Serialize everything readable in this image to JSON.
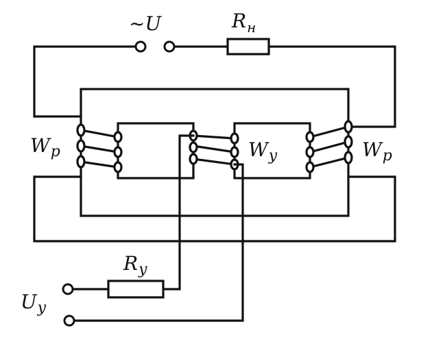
{
  "labels": {
    "ac_source": "~U",
    "load_resistor": "R",
    "load_resistor_sub": "н",
    "winding_left": "W",
    "winding_left_sub": "p",
    "winding_control": "W",
    "winding_control_sub": "y",
    "winding_right": "W",
    "winding_right_sub": "p",
    "control_resistor": "R",
    "control_resistor_sub": "y",
    "control_voltage": "U",
    "control_voltage_sub": "y"
  },
  "colors": {
    "ink": "#111111",
    "paper": "#ffffff"
  }
}
